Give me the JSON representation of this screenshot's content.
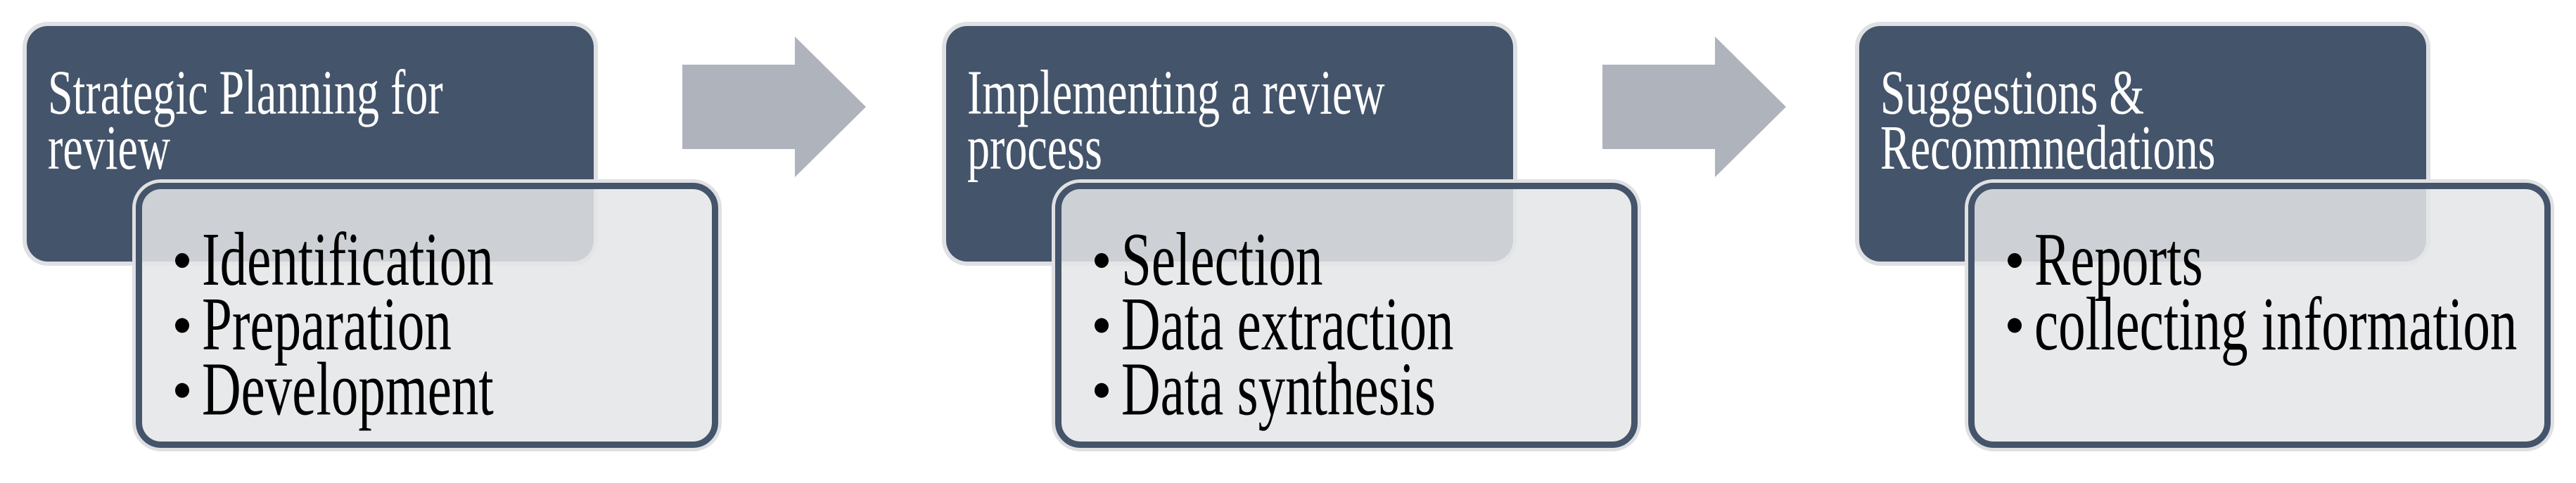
{
  "colors": {
    "canvas_bg": "#FFFFFF",
    "dark_box_fill": "#44546A",
    "panel_border": "#44546A",
    "panel_fill_rgba": "rgba(228,229,231,0.86)",
    "panel_fill_over_white": "#E8E8E9",
    "light_outline": "#DFE0E3",
    "arrow_fill": "#AFB3BC",
    "title_color": "#FFFFFF",
    "item_text_color": "#000000"
  },
  "icons": {
    "process_arrow": "block-arrow-right",
    "bullet": "filled-circle"
  },
  "groups": [
    {
      "title": "Strategic Planning for review",
      "title_lines": [
        "Strategic Planning for",
        "review"
      ],
      "items": [
        "Identification",
        "Preparation",
        "Development"
      ]
    },
    {
      "title": "Implementing a review process",
      "title_lines": [
        "Implementing a review",
        "process"
      ],
      "items": [
        "Selection",
        "Data extraction",
        "Data synthesis"
      ]
    },
    {
      "title": "Suggestions & Recommnedations",
      "title_lines": [
        "Suggestions &",
        "Recommnedations"
      ],
      "items": [
        "Reports",
        "collecting information"
      ]
    }
  ]
}
